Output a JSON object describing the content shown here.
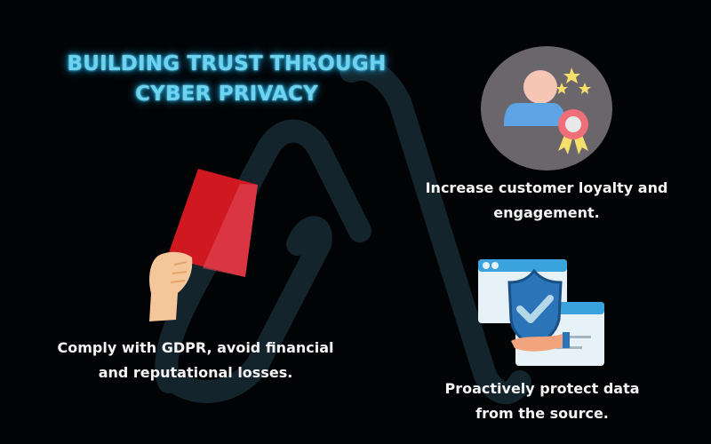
{
  "title": {
    "line1": "BUILDING TRUST THROUGH",
    "line2": "CYBER PRIVACY",
    "color": "#6fd3ef"
  },
  "benefits": [
    {
      "icon": "red-card-hand-icon",
      "line1": "Comply with GDPR, avoid financial",
      "line2": "and reputational losses."
    },
    {
      "icon": "customer-loyalty-award-icon",
      "line1": "Increase customer loyalty and",
      "line2": "engagement."
    },
    {
      "icon": "shield-check-data-protection-icon",
      "line1": "Proactively protect data",
      "line2": "from the source."
    }
  ],
  "colors": {
    "background": "#020304",
    "logo_stroke": "#13242c",
    "text": "#f4f4f4",
    "card_red": "#d01820",
    "circle_gray": "#6a666c"
  }
}
